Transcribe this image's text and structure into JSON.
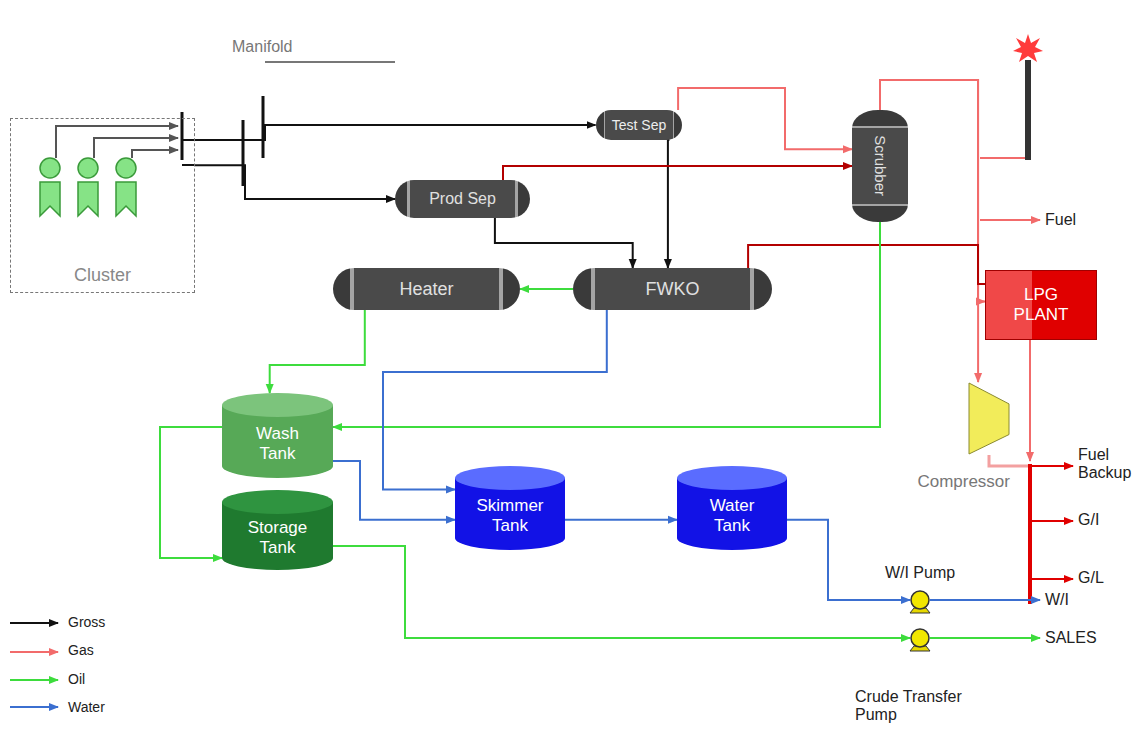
{
  "diagram": {
    "nodes": [
      {
        "text": [
          "Cluster"
        ]
      },
      {
        "text": [
          "Test Sep"
        ]
      },
      {
        "text": [
          "Prod Sep"
        ]
      },
      {
        "text": [
          "Scrubber"
        ]
      },
      {
        "text": [
          "Heater"
        ]
      },
      {
        "text": [
          "FWKO"
        ]
      },
      {
        "text": [
          "LPG PLANT"
        ]
      },
      {
        "text": [
          "Wash Tank"
        ]
      },
      {
        "text": [
          "Compressor"
        ]
      },
      {
        "text": [
          "Skimmer Tank"
        ]
      },
      {
        "text": [
          "Water Tank"
        ]
      },
      {
        "text": [
          "Storage Tank"
        ]
      },
      {
        "text": [
          "W/I Pump"
        ]
      },
      {
        "text": [
          "Crude Transfer Pump"
        ]
      }
    ],
    "edges": [
      {
        "from": 0,
        "to": 1,
        "arrow": "to"
      },
      {
        "from": 0,
        "to": 2,
        "arrow": "to"
      },
      {
        "from": 1,
        "to": 5,
        "arrow": "to"
      },
      {
        "from": 2,
        "to": 5,
        "arrow": "to"
      },
      {
        "from": 1,
        "to": 3,
        "arrow": "to"
      },
      {
        "from": 2,
        "to": 3,
        "arrow": "to"
      },
      {
        "from": 3,
        "to": 6,
        "arrow": "to"
      },
      {
        "from": 3,
        "to": 8,
        "arrow": "to"
      },
      {
        "from": 5,
        "to": 6,
        "arrow": "none"
      },
      {
        "from": 3,
        "to": 7,
        "arrow": "to"
      },
      {
        "from": 5,
        "to": 4,
        "arrow": "to"
      },
      {
        "from": 4,
        "to": 7,
        "arrow": "to"
      },
      {
        "from": 5,
        "to": 9,
        "arrow": "to"
      },
      {
        "from": 7,
        "to": 9,
        "arrow": "to"
      },
      {
        "from": 7,
        "to": 11,
        "arrow": "to"
      },
      {
        "from": 9,
        "to": 10,
        "arrow": "to"
      },
      {
        "from": 10,
        "to": 12,
        "arrow": "to"
      },
      {
        "from": 11,
        "to": 13,
        "arrow": "to"
      }
    ],
    "labels": [
      "Manifold",
      "Fuel",
      "Fuel Backup",
      "G/I",
      "G/L",
      "W/I",
      "SALES"
    ],
    "legend": [
      {
        "text": "Gross"
      },
      {
        "text": "Gas"
      },
      {
        "text": "Oil"
      },
      {
        "text": "Water"
      }
    ]
  }
}
